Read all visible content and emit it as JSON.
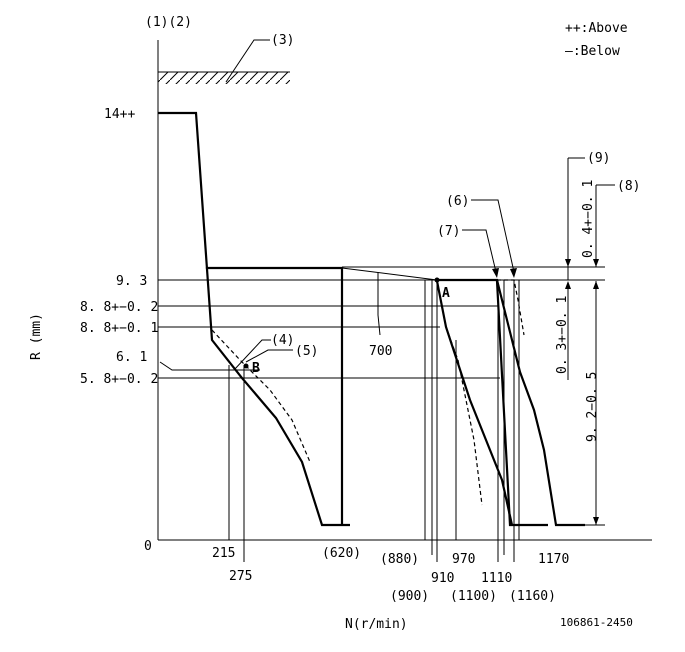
{
  "legend": {
    "above": "++:Above",
    "below": "—:Below"
  },
  "y_axis": {
    "label": "R (mm)",
    "top_label": "(1)(2)",
    "origin": "0"
  },
  "x_axis": {
    "label": "N(r/min)"
  },
  "callouts": {
    "c3": "(3)",
    "c4": "(4)",
    "c5": "(5)",
    "c6": "(6)",
    "c7": "(7)",
    "c8": "(8)",
    "c9": "(9)"
  },
  "points": {
    "a": "A",
    "b": "B"
  },
  "y_ticks": {
    "t14": "14++",
    "t93": "9. 3",
    "t88a": "8. 8+−0. 2",
    "t88b": "8. 8+−0. 1",
    "t61": "6. 1",
    "t58": "5. 8+−0. 2"
  },
  "x_ticks": {
    "t215": "215",
    "t275": "275",
    "t620": "(620)",
    "t700": "700",
    "t880": "(880)",
    "t900": "(900)",
    "t910": "910",
    "t970": "970",
    "t1100": "(1100)",
    "t1110": "1110",
    "t1160": "(1160)",
    "t1170": "1170"
  },
  "tolerances": {
    "t04": "0. 4+−0. 1",
    "t03": "0. 3+−0. 1",
    "t92": "9. 2−0. 5"
  },
  "drawing_number": "106861-2450"
}
